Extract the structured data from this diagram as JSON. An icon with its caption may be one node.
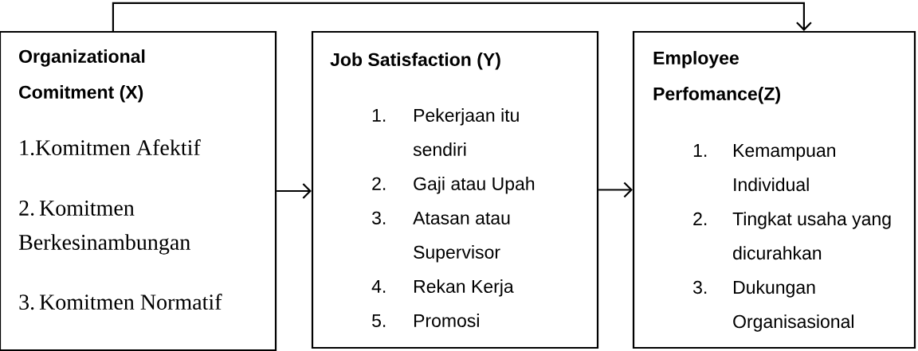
{
  "diagram": {
    "nodes": [
      {
        "text": [
          "Organizational Comitment (X)",
          "1.Komitmen Afektif",
          "2. Komitmen Berkesinambungan",
          "3. Komitmen Normatif"
        ]
      },
      {
        "text": [
          "Job Satisfaction (Y)",
          "1.",
          "Pekerjaan itu sendiri",
          "2.",
          "Gaji atau Upah",
          "3.",
          "Atasan atau Supervisor",
          "4.",
          "Rekan Kerja",
          "5.",
          "Promosi"
        ]
      },
      {
        "text": [
          "Employee Perfomance(Z)",
          "1.",
          "Kemampuan Individual",
          "2.",
          "Tingkat usaha yang dicurahkan",
          "3.",
          "Dukungan Organisasional"
        ]
      }
    ],
    "edges": [
      {
        "from": 0,
        "to": 1,
        "arrow": "to"
      },
      {
        "from": 1,
        "to": 2,
        "arrow": "to"
      },
      {
        "from": 0,
        "to": 2,
        "arrow": "to"
      }
    ]
  }
}
